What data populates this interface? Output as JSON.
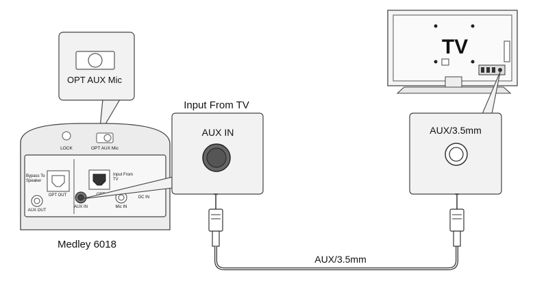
{
  "device": {
    "name": "Medley 6018",
    "top_labels": {
      "lock": "LOCK",
      "switch": "OPT  AUX  Mic"
    },
    "port_labels": {
      "bypass": "Bypass To Speaker",
      "input_from_tv": "Input From TV",
      "opt_out": "OPT OUT",
      "opt_in": "OPT",
      "aux_out": "AUX OUT",
      "aux_in": "AUX IN",
      "mic_in": "Mic IN",
      "dc_in": "DC IN"
    }
  },
  "callouts": {
    "switch_zoom": {
      "label": "OPT AUX  Mic"
    },
    "device_input": {
      "title": "Input From TV",
      "port_label": "AUX IN"
    },
    "tv_output": {
      "port_label": "AUX/3.5mm"
    }
  },
  "tv": {
    "label": "TV"
  },
  "cable": {
    "label": "AUX/3.5mm"
  }
}
